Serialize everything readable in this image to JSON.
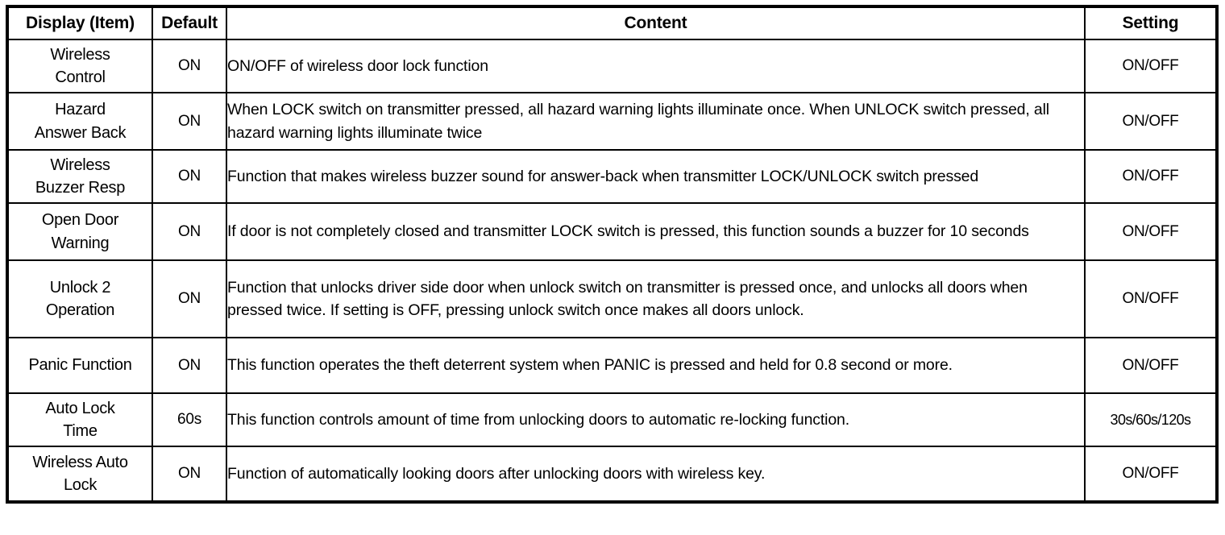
{
  "table": {
    "headers": {
      "item": "Display (Item)",
      "default": "Default",
      "content": "Content",
      "setting": "Setting"
    },
    "rows": [
      {
        "item_line1": "Wireless",
        "item_line2": "Control",
        "default": "ON",
        "content": "ON/OFF of wireless door lock function",
        "setting": "ON/OFF"
      },
      {
        "item_line1": "Hazard",
        "item_line2": "Answer Back",
        "default": "ON",
        "content": "When LOCK switch on transmitter pressed, all hazard warning lights illuminate once. When UNLOCK switch pressed, all hazard warning lights illuminate twice",
        "setting": "ON/OFF"
      },
      {
        "item_line1": "Wireless",
        "item_line2": "Buzzer Resp",
        "default": "ON",
        "content": "Function that makes wireless buzzer sound for answer-back when transmitter LOCK/UNLOCK switch pressed",
        "setting": "ON/OFF"
      },
      {
        "item_line1": "Open Door",
        "item_line2": "Warning",
        "default": "ON",
        "content": "If door is not completely closed and transmitter LOCK switch is pressed, this function sounds a buzzer for 10 seconds",
        "setting": "ON/OFF"
      },
      {
        "item_line1": "Unlock 2",
        "item_line2": "Operation",
        "default": "ON",
        "content": "Function that unlocks driver side door when unlock switch on transmitter is pressed once, and unlocks all doors when pressed twice. If setting is OFF, pressing unlock switch once makes all doors unlock.",
        "setting": "ON/OFF"
      },
      {
        "item_line1": "Panic Function",
        "item_line2": "",
        "default": "ON",
        "content": "This function operates the theft deterrent system when PANIC is pressed and held for 0.8 second or more.",
        "setting": "ON/OFF"
      },
      {
        "item_line1": "Auto Lock",
        "item_line2": "Time",
        "default": "60s",
        "content": "This function controls amount of time from unlocking doors to automatic re-locking function.",
        "setting": "30s/60s/120s"
      },
      {
        "item_line1": "Wireless Auto",
        "item_line2": "Lock",
        "default": "ON",
        "content": "Function of automatically looking doors after unlocking doors with wireless key.",
        "setting": "ON/OFF"
      }
    ]
  }
}
